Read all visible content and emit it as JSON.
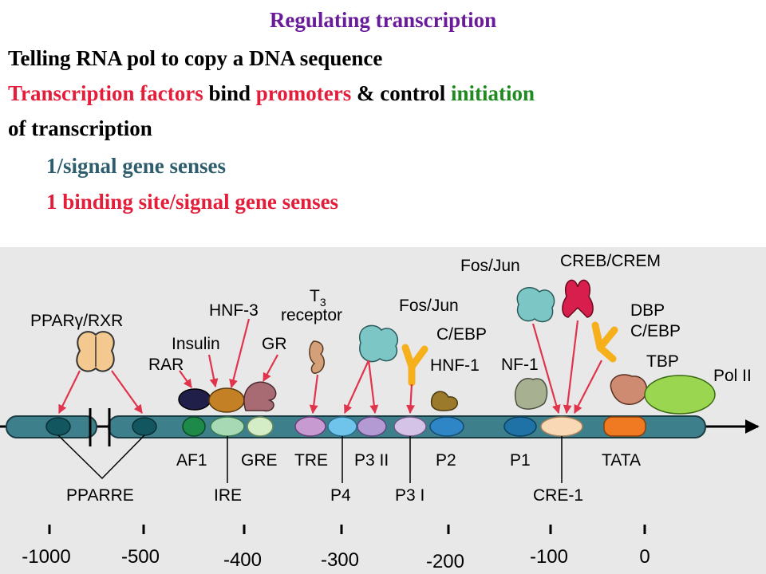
{
  "header": {
    "title": "Regulating transcription",
    "line1": "Telling RNA pol to copy a DNA sequence",
    "line2": [
      {
        "text": "Transcription factors",
        "color": "#e41e3a"
      },
      {
        "text": " bind ",
        "color": "#000000"
      },
      {
        "text": "promoters",
        "color": "#e41e3a"
      },
      {
        "text": " & control ",
        "color": "#000000"
      },
      {
        "text": "initiation",
        "color": "#1f8a1f"
      }
    ],
    "line3": "of transcription",
    "line4": "1/signal gene senses",
    "line5": "1 binding site/signal gene senses"
  },
  "diagram": {
    "factor_labels": {
      "ppar": "PPARγ/RXR",
      "rar": "RAR",
      "insulin": "Insulin",
      "hnf3": "HNF-3",
      "gr": "GR",
      "t3_receptor_line1": "T",
      "t3_receptor_sub": "3",
      "t3_receptor_line2": "receptor",
      "fosjun_1": "Fos/Jun",
      "cebp_1": "C/EBP",
      "hnf1": "HNF-1",
      "fosjun_2": "Fos/Jun",
      "nf1": "NF-1",
      "creb": "CREB/CREM",
      "dbp": "DBP",
      "cebp_2": "C/EBP",
      "tbp": "TBP",
      "pol2": "Pol II"
    },
    "site_labels": {
      "pparre": "PPARRE",
      "af1": "AF1",
      "ire": "IRE",
      "gre": "GRE",
      "tre": "TRE",
      "p4": "P4",
      "p3ii": "P3 II",
      "p3i": "P3 I",
      "p2": "P2",
      "p1": "P1",
      "cre1": "CRE-1",
      "tata": "TATA"
    },
    "scale": [
      "-1000",
      "-500",
      "-400",
      "-300",
      "-200",
      "-100",
      "0"
    ],
    "colors": {
      "background": "#e8e8e8",
      "dna": "#3d7f8b",
      "arrow": "#e0344c",
      "ppar_factor": "#f3c98f",
      "fosjun": "#7cc6c6",
      "creb": "#d81e4c",
      "cebp": "#f5b01b",
      "tbp": "#cf8a72",
      "pol2": "#9ad64f"
    }
  }
}
